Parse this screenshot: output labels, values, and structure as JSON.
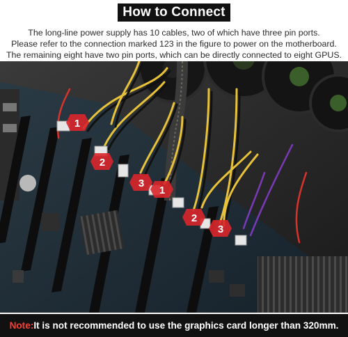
{
  "header": {
    "title": "How to Connect"
  },
  "description": {
    "lines": [
      "The long-line power supply has 10 cables, two of which have three pin ports.",
      "Please refer to the connection marked 123 in the figure to power on the motherboard.",
      "The remaining eight have two pin ports, which can be directly connected to eight GPUS."
    ]
  },
  "photo": {
    "markers": [
      "1",
      "2",
      "3",
      "1",
      "2",
      "3"
    ],
    "colors": {
      "marker": "#d9262b",
      "board": "#1f2b34",
      "slot": "#0d0d0d",
      "wire_yellow": "#e8c23a",
      "wire_black": "#111111"
    }
  },
  "footer": {
    "note_label": "Note:",
    "note_text": "It is not recommended to use the graphics card longer than 320mm."
  },
  "colors": {
    "bar_bg": "#111111",
    "bar_text": "#ffffff",
    "note_label": "#ff3b30"
  }
}
